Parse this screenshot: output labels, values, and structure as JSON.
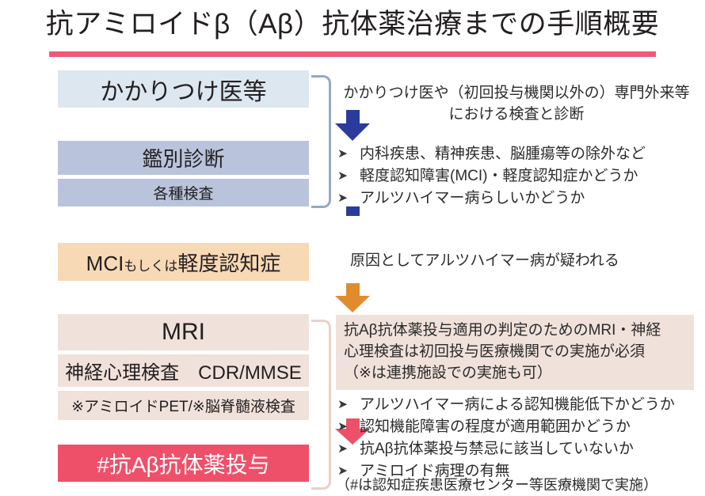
{
  "title": "抗アミロイドβ（Aβ）抗体薬治療までの手順概要",
  "flow": {
    "pcp": "かかりつけ医等",
    "differential_diagnosis": "鑑別診断",
    "various_exams": "各種検査",
    "mci_main": "MCI",
    "mci_mid": "もしくは",
    "mci_tail": "軽度認知症",
    "mri": "MRI",
    "neuropsych": "神経心理検査　CDR/MMSE",
    "pet_csf": "※アミロイドPET/※脳脊髄液検査",
    "administration": "#抗Aβ抗体薬投与"
  },
  "notes": {
    "pcp_line1": "かかりつけ医や（初回投与機関以外の）専門外来等",
    "pcp_line2": "における検査と診断",
    "diagnosis_bullets": [
      "内科疾患、精神疾患、脳腫瘍等の除外など",
      "軽度認知障害(MCI)・軽度認知症かどうか",
      "アルツハイマー病らしいかどうか"
    ],
    "mci_note": "原因としてアルツハイマー病が疑われる",
    "mri_note_line1": "抗Aβ抗体薬投与適用の判定のためのMRI・神経",
    "mri_note_line2": "心理検査は初回投与医療機関での実施が必須",
    "mri_note_line3": "（※は連携施設での実施も可）",
    "mri_bullets": [
      "アルツハイマー病による認知機能低下かどうか",
      "認知機能障害の程度が適用範囲かどうか",
      "抗Aβ抗体薬投与禁忌に該当していないか",
      "アミロイド病理の有無"
    ],
    "footnote": "（#は認知症疾患医療センター等医療機関で実施）"
  },
  "colors": {
    "title_rule": "#ef5a77",
    "box_pcp": "#dce7ef",
    "box_diagnosis": "#b9c4dc",
    "box_mci": "#f8d9b6",
    "box_mri": "#f0e1db",
    "box_administration": "#ef5069",
    "arrow_blue": "#2b3b9c",
    "arrow_orange": "#e08c2e",
    "arrow_pink": "#ef5069",
    "bracket_top": "#96a8c8",
    "bracket_bottom": "#eacfc9"
  }
}
